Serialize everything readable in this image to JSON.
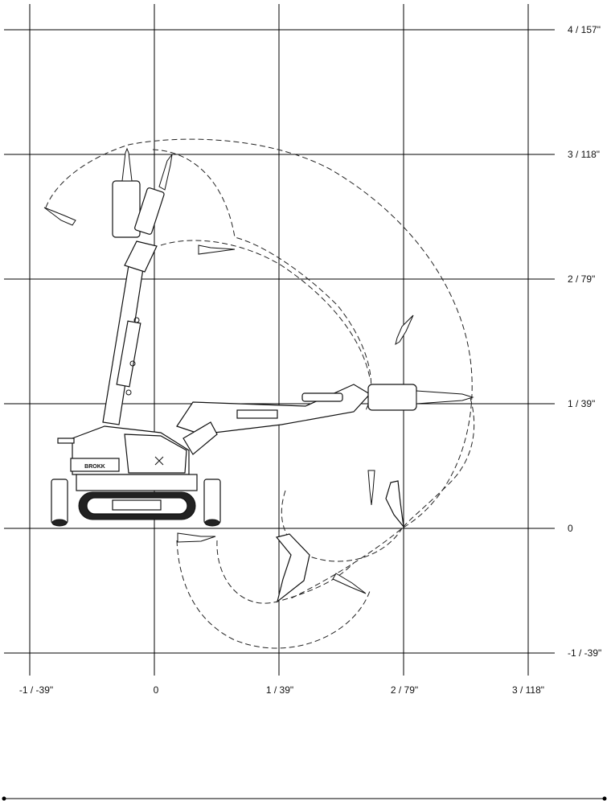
{
  "diagram": {
    "x_ticks": [
      "-1 / -39\"",
      "0",
      "1 / 39\"",
      "2 / 79\"",
      "3 / 118\""
    ],
    "y_ticks": [
      "4 / 157\"",
      "3 / 118\"",
      "2 / 79\"",
      "1 / 39\"",
      "0",
      "-1 / -39\""
    ],
    "machine_logo": "BROKK"
  }
}
